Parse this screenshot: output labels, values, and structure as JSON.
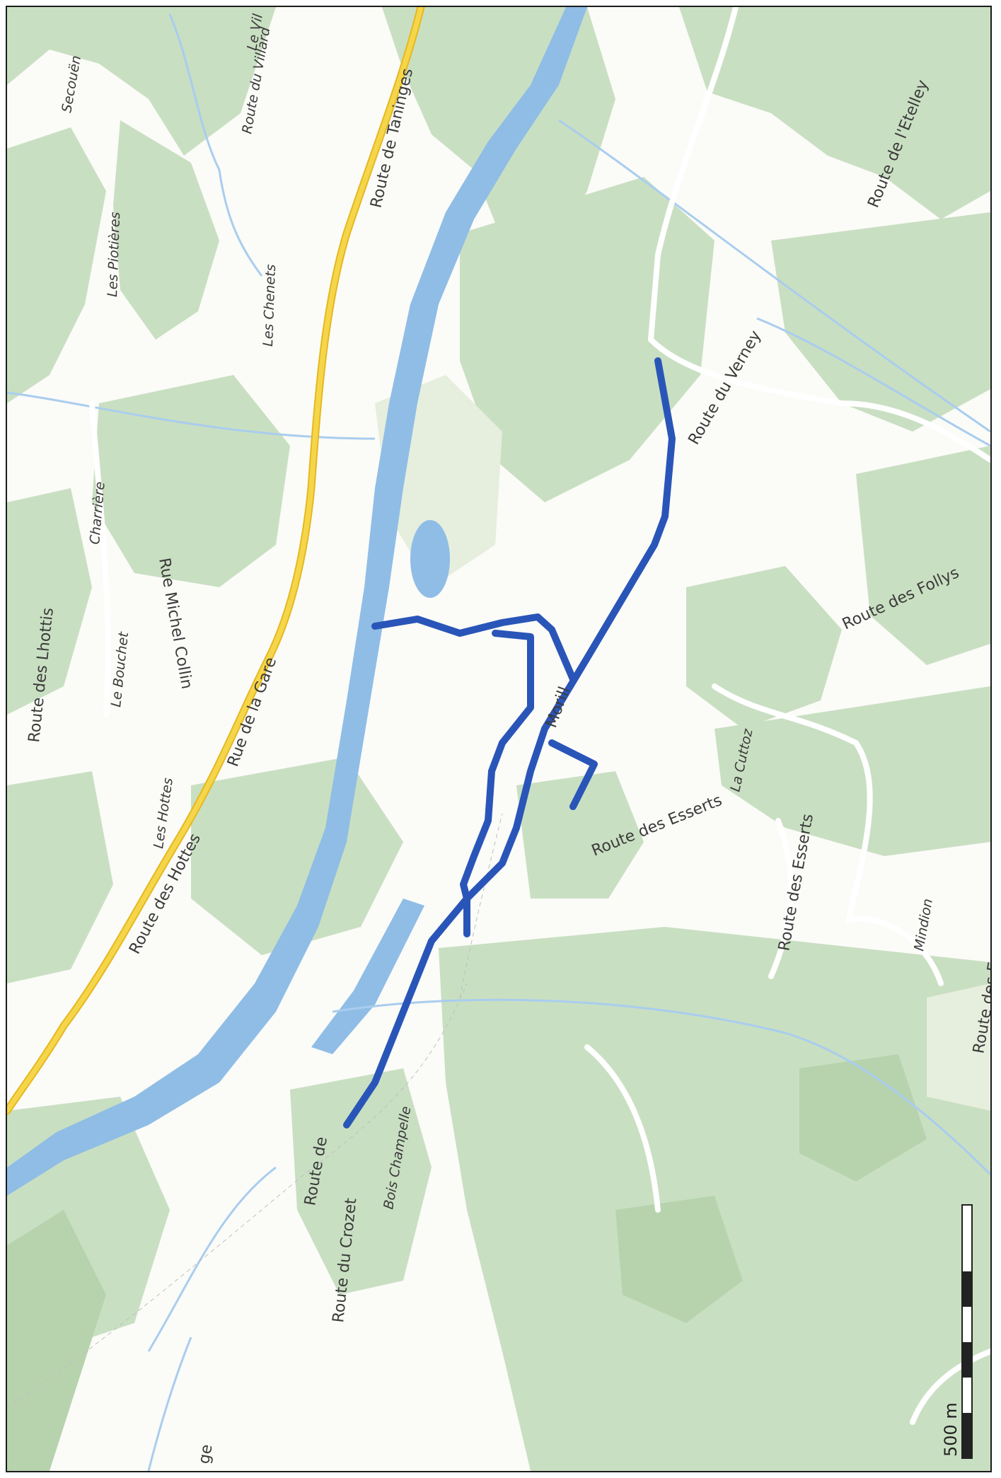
{
  "labels": {
    "secouen": "Secouën",
    "route_du_villard": "Route du Villard",
    "le_vil": "Le Vil",
    "route_de_taninges": "Route de Taninges",
    "route_de_letelley": "Route de l'Etelley",
    "les_piotieres": "Les Piotières",
    "les_chenets": "Les Chenets",
    "route_du_verney": "Route du Verney",
    "charriere": "Charrière",
    "rue_michel_collin": "Rue Michel Collin",
    "route_des_lhottis": "Route des Lhottis",
    "le_bouchet": "Le Bouchet",
    "rue_de_la_gare": "Rue de la Gare",
    "route_des_follys": "Route des Follys",
    "morill": "Morill",
    "les_hottes": "Les Hottes",
    "route_des_hottes": "Route des Hottes",
    "la_cuttoz": "La Cuttoz",
    "route_des_esserts_1": "Route des Esserts",
    "route_des_esserts_2": "Route des Esserts",
    "mindion": "Mindion",
    "route_des_esserts_3": "Route des Esserts",
    "route_de": "Route de",
    "bois_champelle": "Bois Champelle",
    "route_du_crozet": "Route du Crozet",
    "ge": "ge"
  },
  "scale": {
    "label": "500 m"
  },
  "colors": {
    "forest": "#c9dfc2",
    "forest_dark": "#b7d3ae",
    "field": "#e6eedd",
    "water": "#8fbde6",
    "stream": "#a9cdee",
    "main_road": "#f5cf3a",
    "route_highlight": "#2a55b8"
  }
}
